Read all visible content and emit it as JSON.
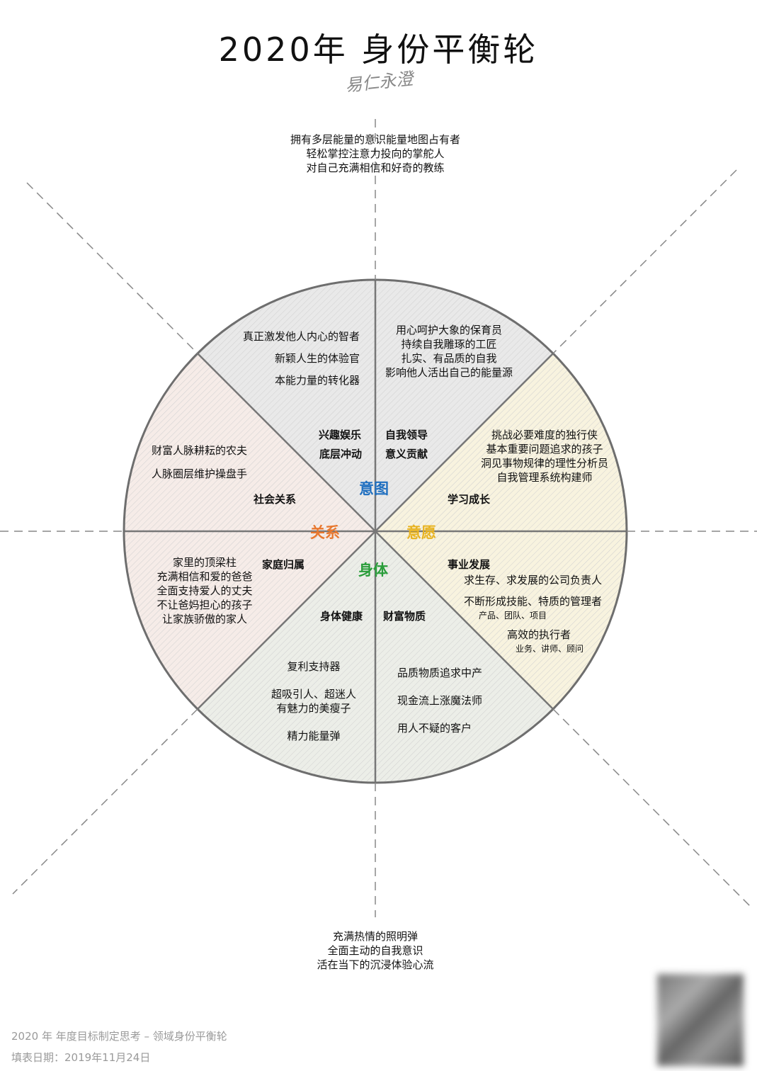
{
  "header": {
    "title": "2020年 身份平衡轮",
    "signature": "易仁永澄"
  },
  "top_identities": [
    "拥有多层能量的意识能量地图占有者",
    "轻松掌控注意力投向的掌舵人",
    "对自己充满相信和好奇的教练"
  ],
  "bottom_identities": [
    "充满热情的照明弹",
    "全面主动的自我意识",
    "活在当下的沉浸体验心流"
  ],
  "hubs": {
    "intent": {
      "label": "意图",
      "color": "#1f6fc0"
    },
    "relation": {
      "label": "关系",
      "color": "#e8782f"
    },
    "will": {
      "label": "意愿",
      "color": "#e8b320"
    },
    "body": {
      "label": "身体",
      "color": "#2a9d3a"
    }
  },
  "region_colors": {
    "intent": "#e9e9e9",
    "will": "#f8f3df",
    "relation": "#f6ece8",
    "body": "#eceee8"
  },
  "sectors": {
    "interest": {
      "title1": "兴趣娱乐",
      "title2": "底层冲动",
      "items": [
        "真正激发他人内心的智者",
        "新颖人生的体验官",
        "本能力量的转化器"
      ]
    },
    "leadership": {
      "title1": "自我领导",
      "title2": "意义贡献",
      "items": [
        "用心呵护大象的保育员",
        "持续自我雕琢的工匠",
        "扎实、有品质的自我",
        "影响他人活出自己的能量源"
      ]
    },
    "learning": {
      "title": "学习成长",
      "items": [
        "挑战必要难度的独行侠",
        "基本重要问题追求的孩子",
        "洞见事物规律的理性分析员",
        "自我管理系统构建师"
      ]
    },
    "career": {
      "title": "事业发展",
      "items": [
        "求生存、求发展的公司负责人",
        "不断形成技能、特质的管理者",
        "产品、团队、项目",
        "高效的执行者",
        "业务、讲师、顾问"
      ]
    },
    "wealth": {
      "title": "财富物质",
      "items": [
        "品质物质追求中产",
        "现金流上涨魔法师",
        "用人不疑的客户"
      ]
    },
    "health": {
      "title": "身体健康",
      "items": [
        "复利支持器",
        "超吸引人、超迷人",
        "有魅力的美瘦子",
        "精力能量弹"
      ]
    },
    "family": {
      "title": "家庭归属",
      "items": [
        "家里的顶梁柱",
        "充满相信和爱的爸爸",
        "全面支持爱人的丈夫",
        "不让爸妈担心的孩子",
        "让家族骄傲的家人"
      ]
    },
    "social": {
      "title": "社会关系",
      "items": [
        "财富人脉耕耘的农夫",
        "人脉圈层维护操盘手"
      ]
    }
  },
  "footer": {
    "line1": "2020 年 年度目标制定思考 – 领域身份平衡轮",
    "line2": "填表日期：2019年11月24日"
  }
}
